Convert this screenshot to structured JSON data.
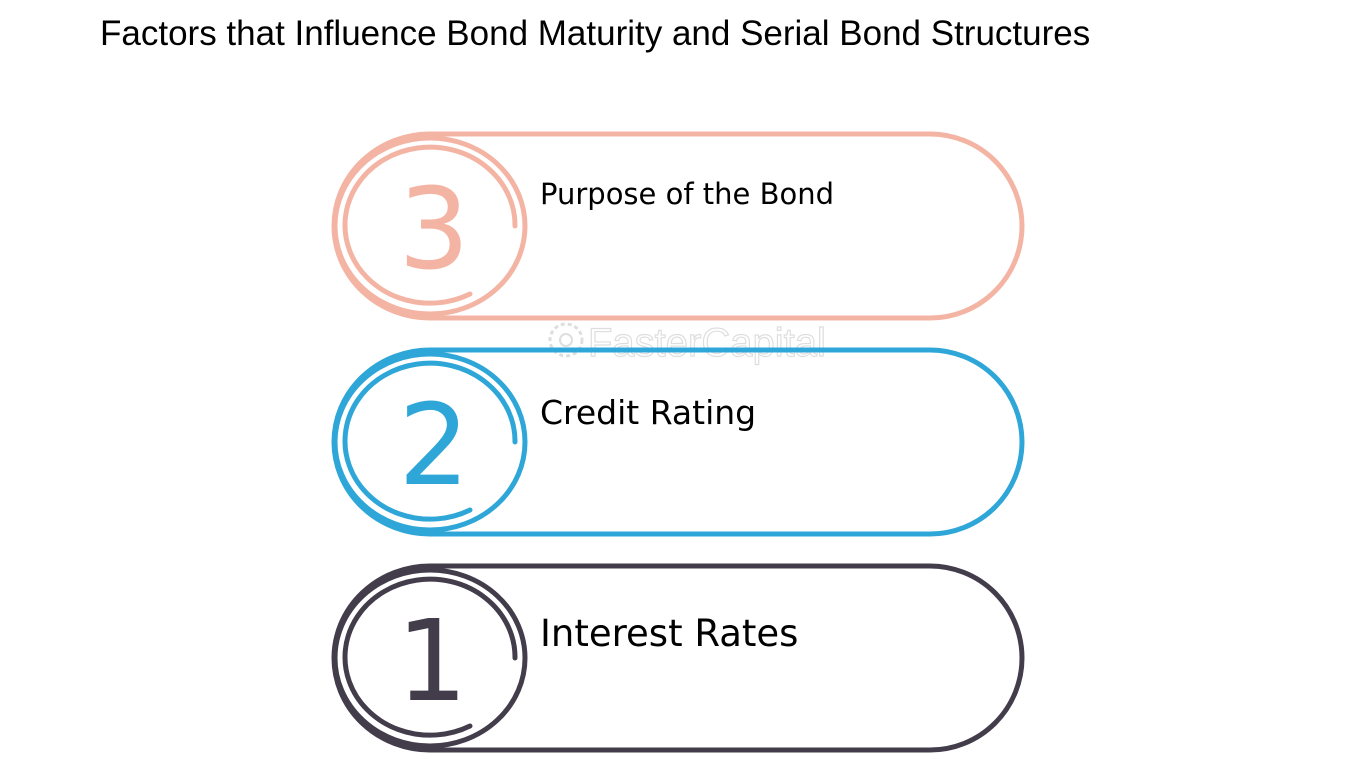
{
  "title": "Factors that Influence Bond Maturity and Serial Bond Structures",
  "watermark": "FasterCapital",
  "items": [
    {
      "number": "3",
      "label": "Purpose of the Bond",
      "color": "#f4b4a4"
    },
    {
      "number": "2",
      "label": "Credit Rating",
      "color": "#2ea7d8"
    },
    {
      "number": "1",
      "label": "Interest Rates",
      "color": "#433c4a"
    }
  ]
}
